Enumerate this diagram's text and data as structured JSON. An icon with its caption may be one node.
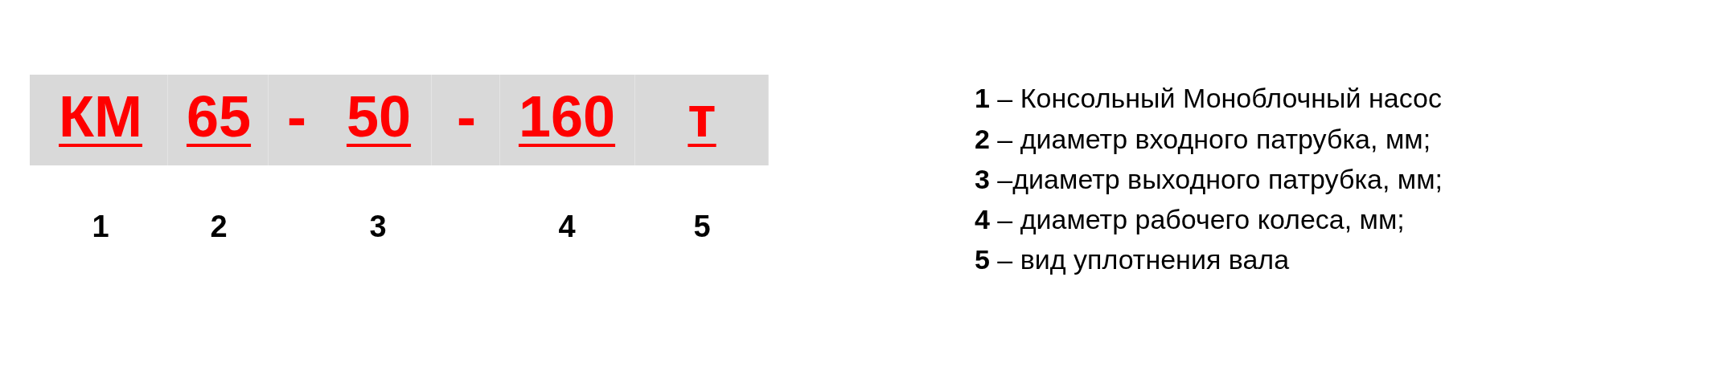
{
  "diagram": {
    "nodes": [
      {
        "text": [
          "КМ"
        ]
      },
      {
        "text": [
          "65"
        ]
      },
      {
        "text": [
          "-",
          "50"
        ]
      },
      {
        "text": [
          "-"
        ]
      },
      {
        "text": [
          "160"
        ]
      },
      {
        "text": [
          "т"
        ]
      }
    ],
    "labels": [
      "1",
      "2",
      "3",
      "4",
      "5",
      "**1** – Консольный Моноблочный насос",
      "**2** – диаметр входного патрубка, мм;",
      "**3** –диаметр выходного патрубка, мм;",
      "**4** – диаметр рабочего колеса, мм;",
      "**5** – вид уплотнения вала"
    ]
  }
}
